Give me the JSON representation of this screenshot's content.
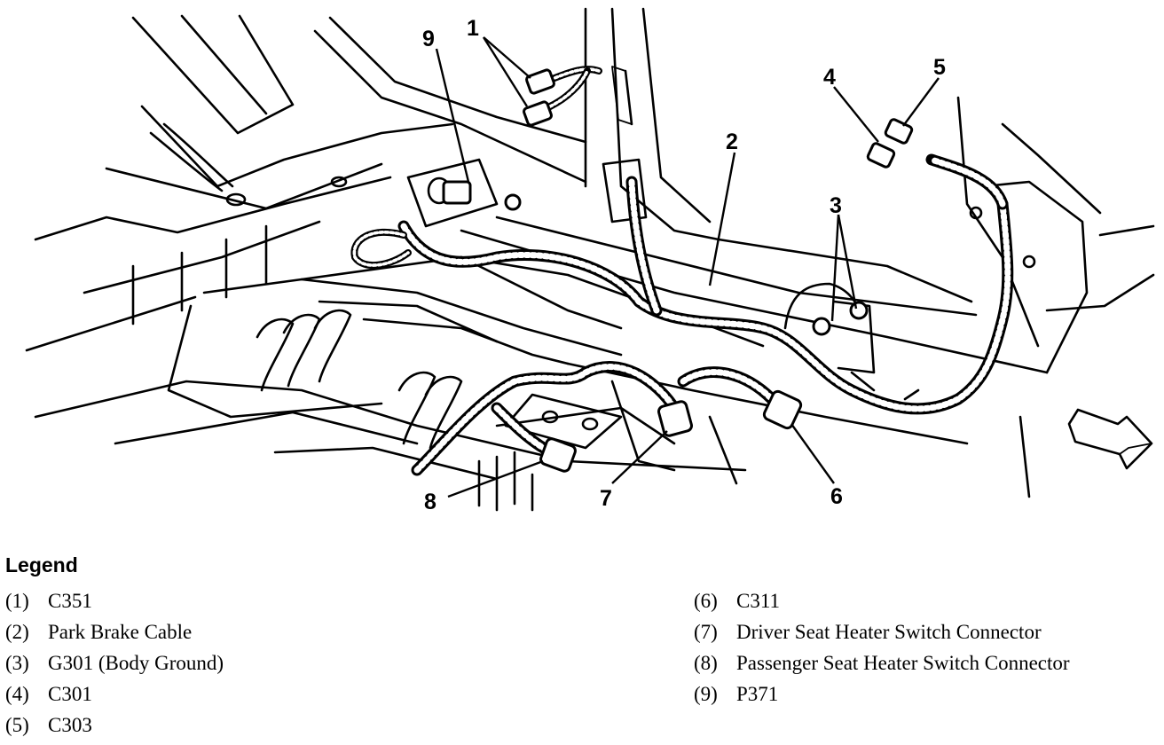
{
  "callouts": [
    "1",
    "2",
    "3",
    "4",
    "5",
    "6",
    "7",
    "8",
    "9"
  ],
  "legend": {
    "title": "Legend",
    "items": [
      {
        "num": "(1)",
        "text": "C351"
      },
      {
        "num": "(2)",
        "text": "Park Brake Cable"
      },
      {
        "num": "(3)",
        "text": "G301 (Body Ground)"
      },
      {
        "num": "(4)",
        "text": "C301"
      },
      {
        "num": "(5)",
        "text": "C303"
      },
      {
        "num": "(6)",
        "text": "C311"
      },
      {
        "num": "(7)",
        "text": "Driver Seat Heater Switch Connector"
      },
      {
        "num": "(8)",
        "text": "Passenger Seat Heater Switch Connector"
      },
      {
        "num": "(9)",
        "text": "P371"
      }
    ]
  }
}
